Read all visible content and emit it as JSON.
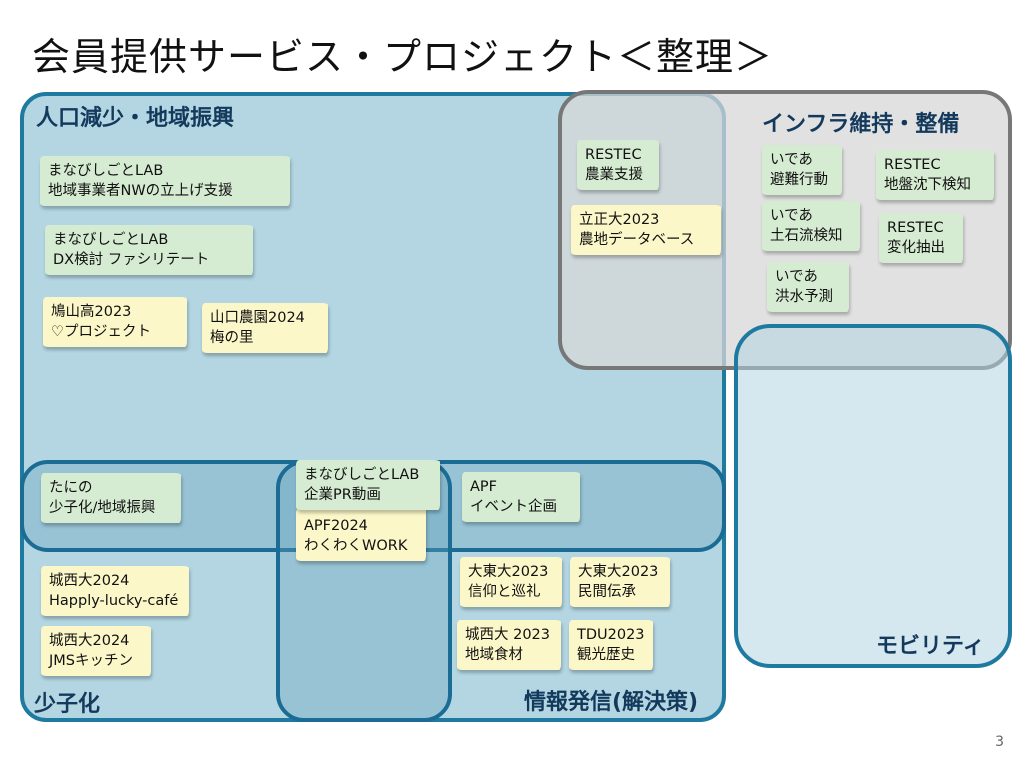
{
  "title": "会員提供サービス・プロジェクト＜整理＞",
  "page_number": "3",
  "colors": {
    "region_blue_border": "#1f7aa0",
    "region_blue_fill": "#b3d6e2",
    "region_gray_border": "#777777",
    "region_gray_fill": "#e6e6e6",
    "note_green": "#d6ecd2",
    "note_yellow": "#fbf7c8",
    "label_text": "#133a5c"
  },
  "regions": {
    "population": "人口減少・地域振興",
    "infrastructure": "インフラ維持・整備",
    "mobility": "モビリティ",
    "birthrate": "少子化",
    "information": "情報発信(解決策)"
  },
  "notes": [
    {
      "id": "n1",
      "color": "green",
      "line1": "まなびしごとLAB",
      "line2": "地域事業者NWの立上げ支援"
    },
    {
      "id": "n2",
      "color": "green",
      "line1": "まなびしごとLAB",
      "line2": "DX検討 ファシリテート"
    },
    {
      "id": "n3",
      "color": "yellow",
      "line1": "鳩山高2023",
      "line2": "♡プロジェクト"
    },
    {
      "id": "n4",
      "color": "yellow",
      "line1": "山口農園2024",
      "line2": "梅の里"
    },
    {
      "id": "n5",
      "color": "green",
      "line1": "RESTEC",
      "line2": "農業支援"
    },
    {
      "id": "n6",
      "color": "yellow",
      "line1": "立正大2023",
      "line2": "農地データベース"
    },
    {
      "id": "n7",
      "color": "green",
      "line1": "いであ",
      "line2": "避難行動"
    },
    {
      "id": "n8",
      "color": "green",
      "line1": "いであ",
      "line2": "土石流検知"
    },
    {
      "id": "n9",
      "color": "green",
      "line1": "いであ",
      "line2": "洪水予測"
    },
    {
      "id": "n10",
      "color": "green",
      "line1": "RESTEC",
      "line2": "地盤沈下検知"
    },
    {
      "id": "n11",
      "color": "green",
      "line1": "RESTEC",
      "line2": "変化抽出"
    },
    {
      "id": "n12",
      "color": "green",
      "line1": "たにの",
      "line2": "少子化/地域振興"
    },
    {
      "id": "n13",
      "color": "yellow",
      "line1": "APF2024",
      "line2": "わくわくWORK"
    },
    {
      "id": "n14",
      "color": "green",
      "line1": "まなびしごとLAB",
      "line2": "企業PR動画"
    },
    {
      "id": "n15",
      "color": "green",
      "line1": "APF",
      "line2": "イベント企画"
    },
    {
      "id": "n16",
      "color": "yellow",
      "line1": "城西大2024",
      "line2": "Happly-lucky-café"
    },
    {
      "id": "n17",
      "color": "yellow",
      "line1": "城西大2024",
      "line2": "JMSキッチン"
    },
    {
      "id": "n18",
      "color": "yellow",
      "line1": "大東大2023",
      "line2": "信仰と巡礼"
    },
    {
      "id": "n19",
      "color": "yellow",
      "line1": "大東大2023",
      "line2": "民間伝承"
    },
    {
      "id": "n20",
      "color": "yellow",
      "line1": "城西大 2023",
      "line2": "地域食材"
    },
    {
      "id": "n21",
      "color": "yellow",
      "line1": "TDU2023",
      "line2": "観光歴史"
    }
  ]
}
